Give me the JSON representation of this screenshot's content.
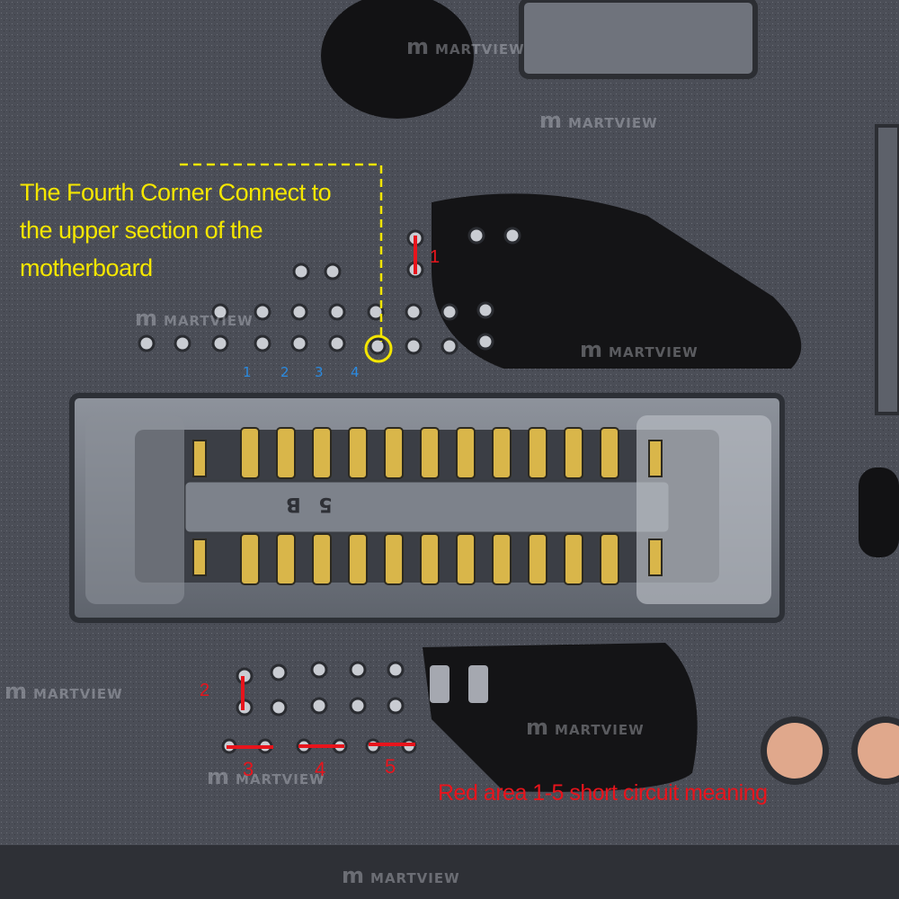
{
  "annotations": {
    "corner_note": [
      "The Fourth Corner Connect to",
      "the upper section of the",
      "motherboard"
    ],
    "short_legend": "Red area 1-5 short circuit meaning",
    "red_labels": [
      "1",
      "2",
      "3",
      "4",
      "5"
    ],
    "blue_pin_labels": [
      "1",
      "2",
      "3",
      "4"
    ],
    "connector_marking": "5 B"
  },
  "watermark": "MARTVIEW",
  "colors": {
    "annotation_yellow": "#f4e600",
    "short_marker_red": "#e8141c",
    "pin_label_blue": "#2a8ae0",
    "board": "#4a4d55",
    "gold_pin": "#d9b64a"
  }
}
